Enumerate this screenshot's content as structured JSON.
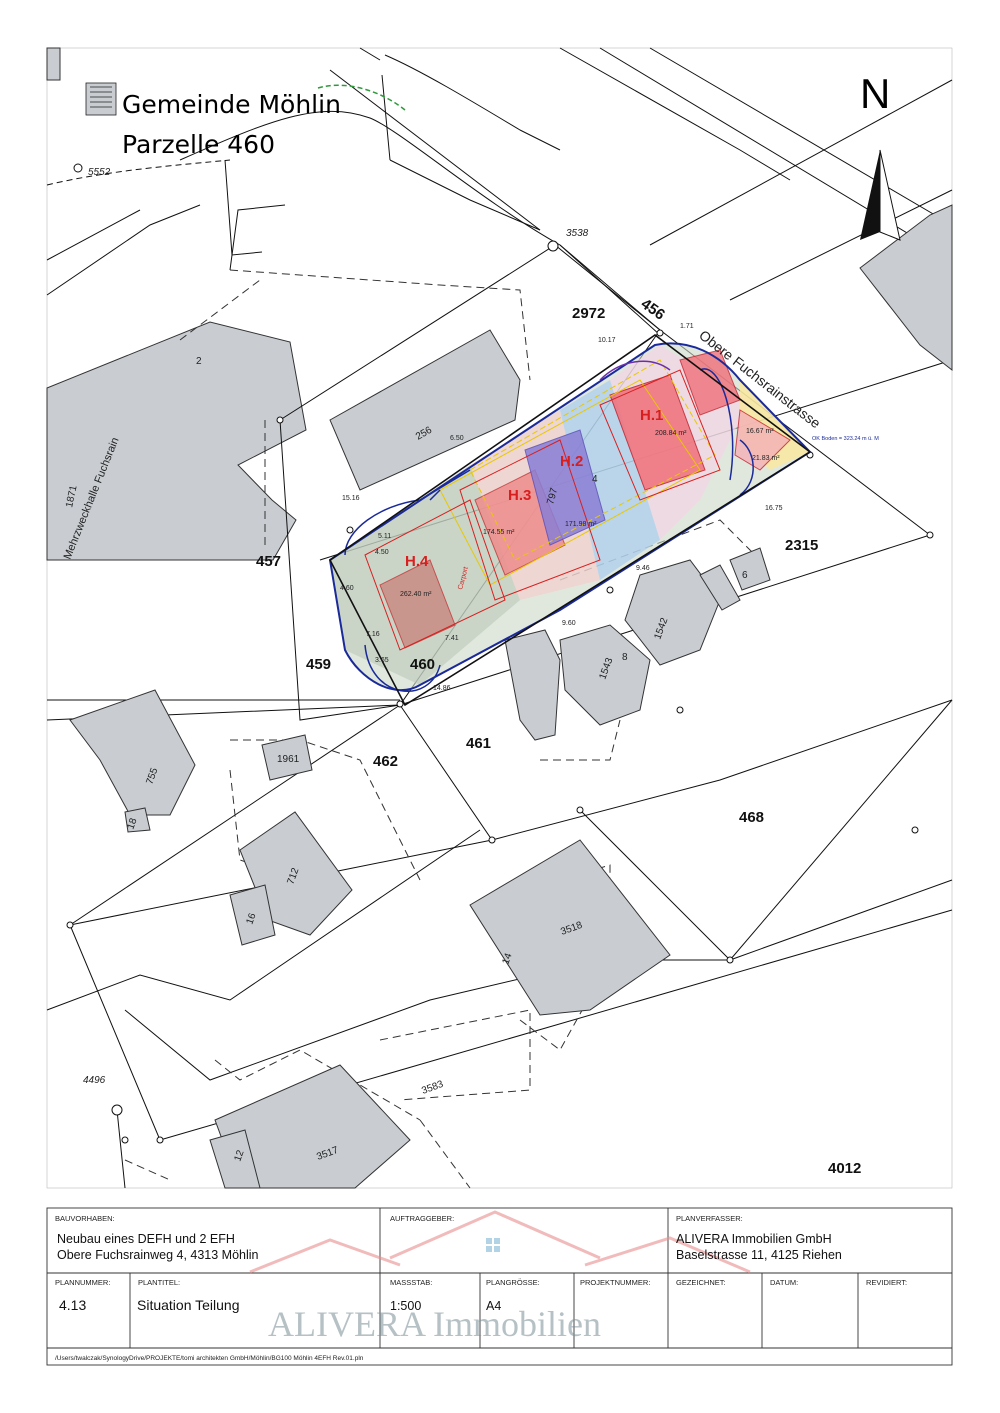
{
  "header": {
    "title_line1": "Gemeinde Möhlin",
    "title_line2": "Parzelle 460",
    "north": "N"
  },
  "map": {
    "parcels": {
      "p456": "456",
      "p2972": "2972",
      "p457": "457",
      "p459": "459",
      "p460": "460",
      "p2315": "2315",
      "p462": "462",
      "p461": "461",
      "p468": "468",
      "p4012": "4012"
    },
    "buildings": {
      "b2": "2",
      "b256": "256",
      "b6": "6",
      "b1542": "1542",
      "b1543": "1543",
      "b8": "8",
      "b755": "755",
      "b18": "18",
      "b1961": "1961",
      "b712": "712",
      "b16": "16",
      "b14": "14",
      "b3518": "3518",
      "b12": "12",
      "b3517": "3517",
      "b4": "4",
      "b797": "797"
    },
    "points": {
      "p5552": "5552",
      "p3538": "3538",
      "p4496": "4496",
      "p3583": "3583"
    },
    "street_name": "Obere Fuchsrainstrasse",
    "hall_number": "1871",
    "hall_name": "Mehrzweckhalle Fuchsrain",
    "houses": {
      "h1": "H.1",
      "h2": "H.2",
      "h3": "H.3",
      "h4": "H.4",
      "area_h1": "208.84 m²",
      "area_h2": "171.98 m²",
      "area_h3": "174.55 m²",
      "area_h4": "262.40 m²",
      "area_small1": "16.67 m²",
      "area_small2": "21.83 m²",
      "ok_note": "OK Boden = 323.24 m ü. M",
      "carport": "Carport"
    },
    "dims": {
      "d1": "10.17",
      "d2": "1.71",
      "d3": "15.16",
      "d4": "16.75",
      "d5": "14.86",
      "d6": "9.46",
      "d7": "4.60",
      "d8": "6.50",
      "d9": "5.11",
      "d10": "7.41",
      "d11": "9.60",
      "d12": "7.16",
      "d13": "4.50",
      "d14": "3.65"
    }
  },
  "titleblock": {
    "bauvorhaben_label": "BAUVORHABEN:",
    "bauvorhaben_line1": "Neubau eines DEFH und 2 EFH",
    "bauvorhaben_line2": "Obere Fuchsrainweg 4, 4313 Möhlin",
    "auftraggeber_label": "AUFTRAGGEBER:",
    "planverfasser_label": "PLANVERFASSER:",
    "planverfasser_line1": "ALIVERA Immobilien GmbH",
    "planverfasser_line2": "Baselstrasse 11, 4125 Riehen",
    "plannummer_label": "PLANNUMMER:",
    "plannummer_value": "4.13",
    "plantitel_label": "PLANTITEL:",
    "plantitel_value": "Situation Teilung",
    "massstab_label": "MASSSTAB:",
    "massstab_value": "1:500",
    "plangroesse_label": "PLANGRÖSSE:",
    "plangroesse_value": "A4",
    "projektnummer_label": "PROJEKTNUMMER:",
    "gezeichnet_label": "GEZEICHNET:",
    "datum_label": "DATUM:",
    "revidiert_label": "REVIDIERT:",
    "filepath": "/Users/twalczak/SynologyDrive/PROJEKTE/tomi architekten GmbH/Möhlin/BG100 Möhlin 4EFH Rev.01.pln"
  },
  "watermark": {
    "text": "ALIVERA Immobilien"
  },
  "colors": {
    "building_fill": "#c9cdd2",
    "h1_fill": "#f0707a",
    "h2_fill": "#8a7fd6",
    "h3_fill": "#ef8d8d",
    "h4_fill": "#c98c84",
    "plot_outline": "#1a2a9a",
    "watermark_red": "#e88e8e"
  }
}
